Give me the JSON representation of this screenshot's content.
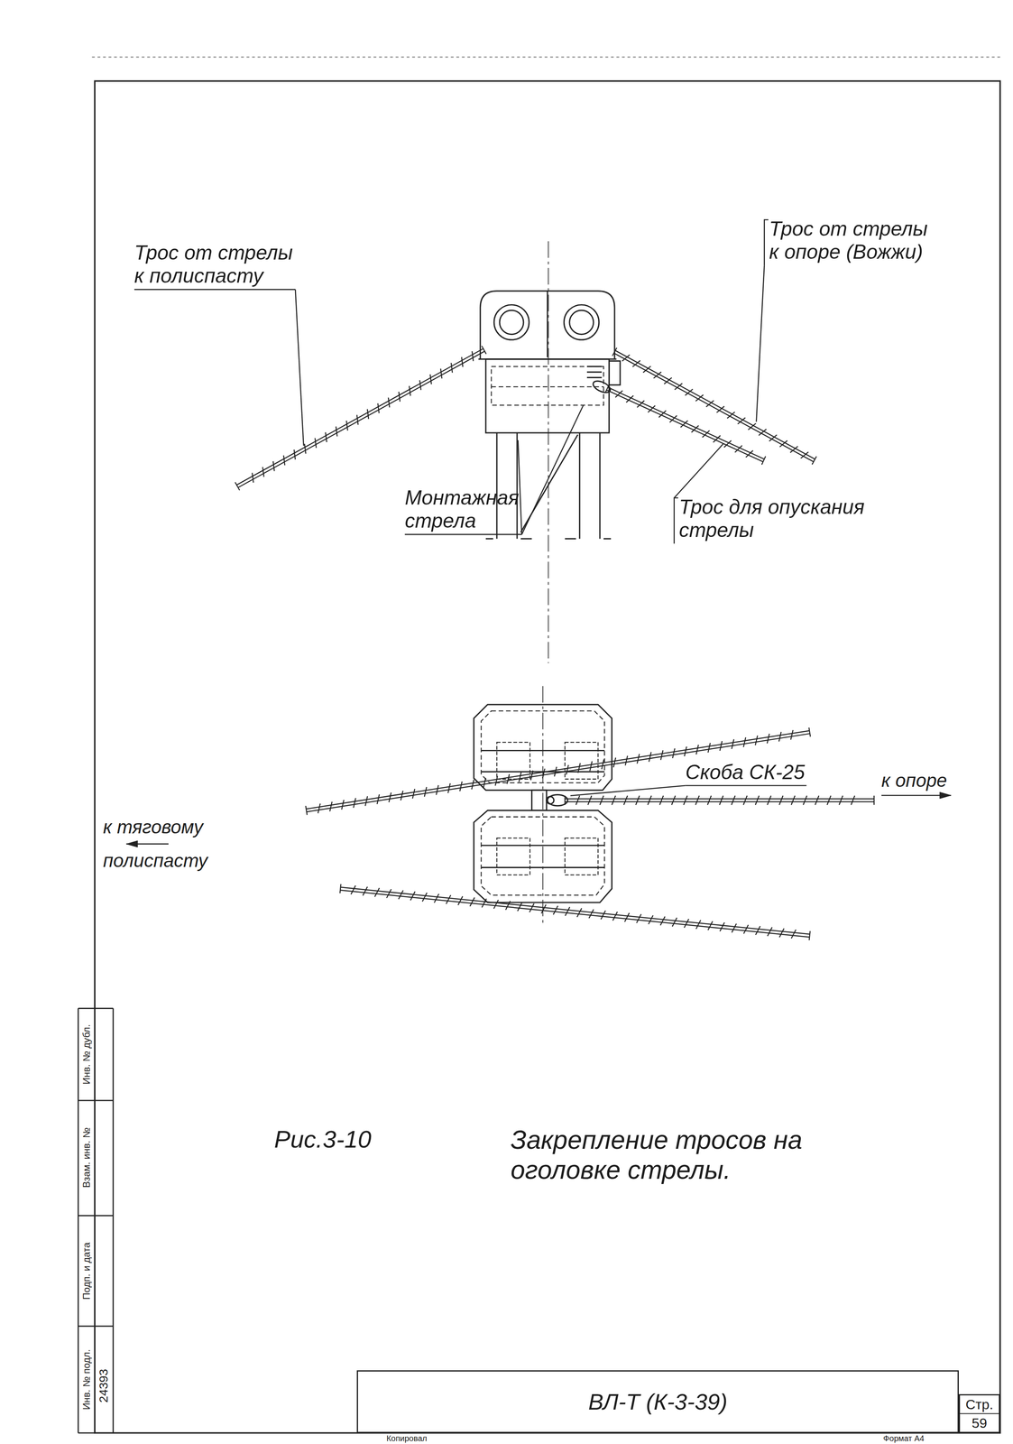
{
  "diagram": {
    "caption": "Закрепление тросов на оголовке стрелы.",
    "nodes": [
      {
        "text": [
          "ВЛ-Т (К-3-39)"
        ]
      },
      {
        "text": [
          "Стр.",
          "59"
        ]
      }
    ],
    "labels": [
      "Трос от стрелы к полиспасту",
      "Трос от стрелы к опоре (Вожжи)",
      "Монтажная стрела",
      "Трос для опускания стрелы",
      "Скоба СК-25",
      "к тяговому полиспасту",
      "к опоре",
      "Рис.3-10",
      "Инв. № подл.",
      "Подп. и дата",
      "Взам. инв. №",
      "Инв. № дубл.",
      "24393",
      "Копировал",
      "Формат А4"
    ]
  }
}
